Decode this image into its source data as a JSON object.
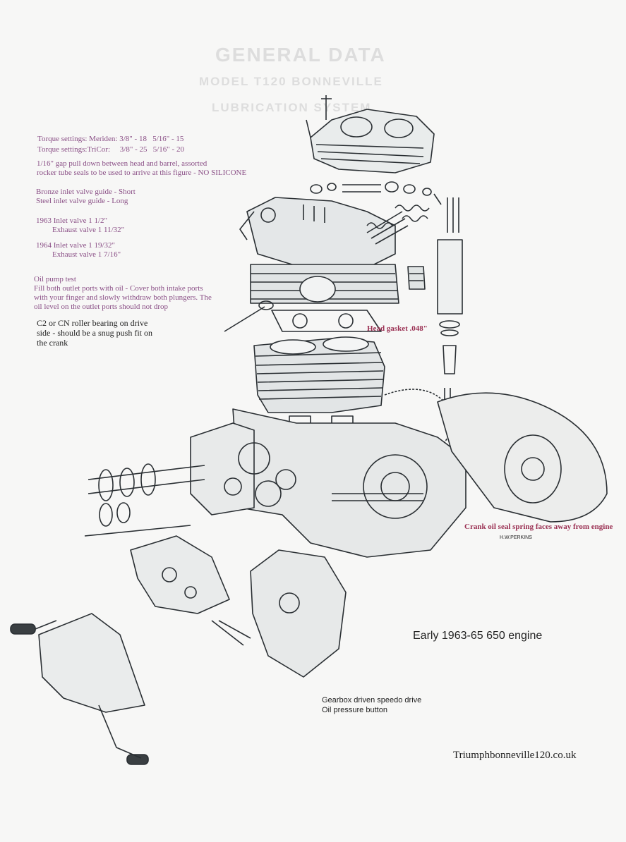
{
  "notes": {
    "torque_meriden": "Torque settings: Meriden: 3/8\" - 18   5/16\" - 15",
    "torque_tricor": "Torque settings:TriCor:     3/8\" - 25   5/16\" - 20",
    "gap_line1": "1/16\" gap pull down between head and barrel, assorted",
    "gap_line2": "rocker tube seals to be used to arrive at this figure - NO SILICONE",
    "guide_bronze": "Bronze inlet valve guide - Short",
    "guide_steel": "Steel inlet valve guide - Long",
    "v1963_inlet": "1963 Inlet valve 1 1/2\"",
    "v1963_exhaust": "Exhaust valve 1 11/32\"",
    "v1964_inlet": "1964 Inlet valve 1 19/32\"",
    "v1964_exhaust": "Exhaust valve 1 7/16\"",
    "oil_test_title": "Oil pump test",
    "oil_test_line1": "Fill both outlet ports with oil - Cover both intake ports",
    "oil_test_line2": "with your finger and slowly withdraw both plungers. The",
    "oil_test_line3": "oil level on the outlet ports should not drop",
    "bearing_line1": "C2 or CN roller bearing on drive",
    "bearing_line2": "side - should be a snug push fit on",
    "bearing_line3": "the crank",
    "head_gasket": "Head gasket .048\"",
    "crank_seal": "Crank oil seal spring faces away from engine",
    "artist": "H.W.PERKINS",
    "engine_title": "Early 1963-65 650 engine",
    "speedo_line1": "Gearbox driven speedo drive",
    "speedo_line2": "Oil pressure button",
    "website": "Triumphbonneville120.co.uk"
  },
  "background_print": {
    "title1": "GENERAL DATA",
    "title2": "MODEL T120 BONNEVILLE",
    "title3": "LUBRICATION SYSTEM"
  }
}
